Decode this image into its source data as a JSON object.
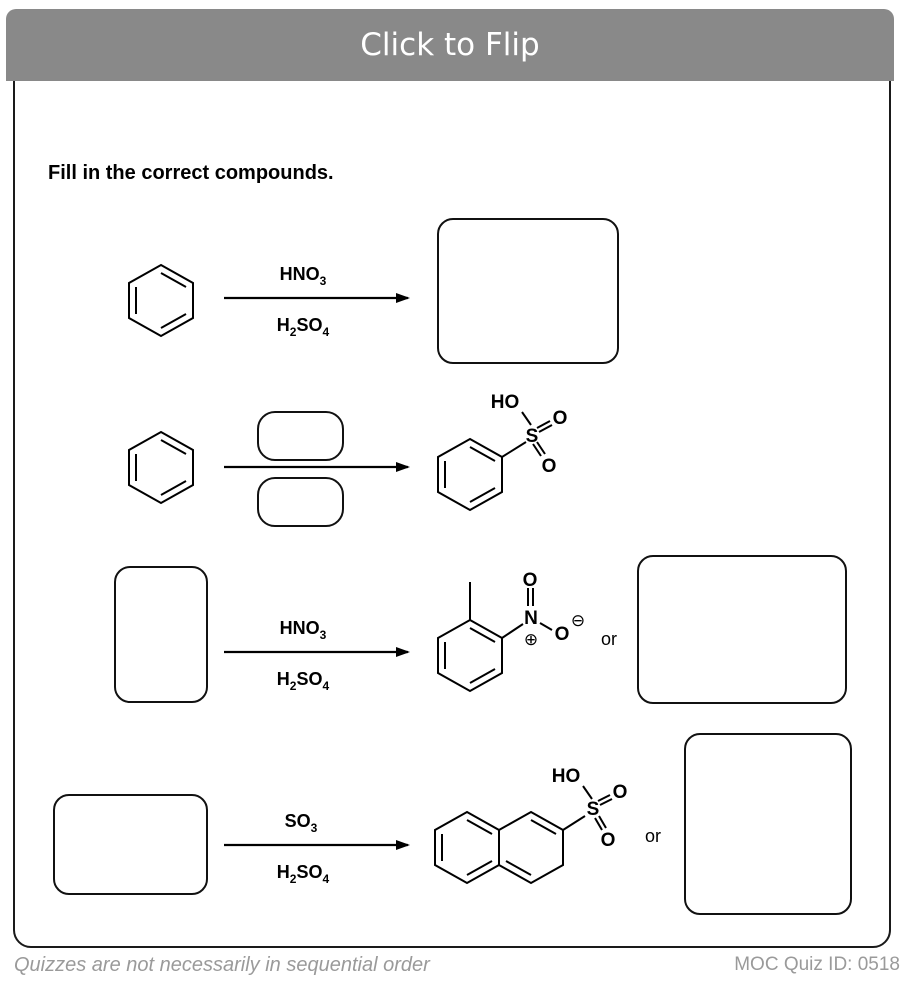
{
  "header": {
    "flip_label": "Click to Flip"
  },
  "question": {
    "instructions": "Fill in the correct compounds."
  },
  "reactions": [
    {
      "reagent_top": "HNO",
      "reagent_top_sub": "3",
      "reagent_bottom": "H",
      "reagent_bottom_sub1": "2",
      "reagent_bottom_mid": "SO",
      "reagent_bottom_sub2": "4",
      "start": "benzene",
      "product": "blank"
    },
    {
      "reagent_top": "blank",
      "reagent_bottom": "blank",
      "start": "benzene",
      "product": "benzenesulfonic acid",
      "atoms": {
        "ho": "HO",
        "s": "S",
        "o1": "O",
        "o2": "O"
      }
    },
    {
      "reagent_top": "HNO",
      "reagent_top_sub": "3",
      "reagent_bottom": "H",
      "reagent_bottom_sub1": "2",
      "reagent_bottom_mid": "SO",
      "reagent_bottom_sub2": "4",
      "start": "blank",
      "product": "2-nitrotoluene",
      "or_label": "or",
      "atoms": {
        "o_top": "O",
        "n": "N",
        "o_right": "O",
        "plus": "⊕",
        "minus": "⊖"
      }
    },
    {
      "reagent_top": "SO",
      "reagent_top_sub": "3",
      "reagent_bottom": "H",
      "reagent_bottom_sub1": "2",
      "reagent_bottom_mid": "SO",
      "reagent_bottom_sub2": "4",
      "start": "blank",
      "product": "2-naphthalenesulfonic acid",
      "or_label": "or",
      "atoms": {
        "ho": "HO",
        "s": "S",
        "o1": "O",
        "o2": "O"
      }
    }
  ],
  "footer": {
    "note": "Quizzes are not necessarily in sequential order",
    "quiz_id": "MOC Quiz ID: 0518"
  }
}
